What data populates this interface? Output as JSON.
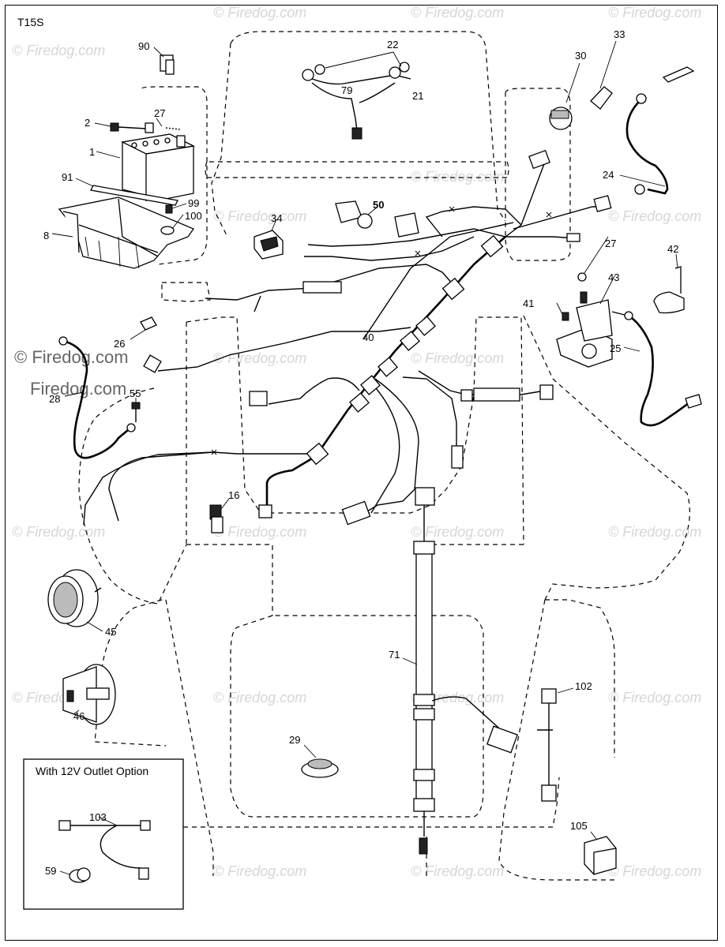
{
  "page_code": "T15S",
  "watermark": "© Firedog.com",
  "watermark_short": "Firedog.com",
  "inset_title": "With 12V Outlet Option",
  "labels": {
    "p1": "1",
    "p2": "2",
    "p8": "8",
    "p16": "16",
    "p21": "21",
    "p22": "22",
    "p24": "24",
    "p25": "25",
    "p26": "26",
    "p27a": "27",
    "p27b": "27",
    "p28": "28",
    "p29": "29",
    "p30": "30",
    "p33": "33",
    "p34": "34",
    "p40": "40",
    "p41": "41",
    "p42": "42",
    "p43": "43",
    "p45": "45",
    "p46": "46",
    "p50": "50",
    "p55": "55",
    "p59": "59",
    "p71": "71",
    "p79": "79",
    "p90": "90",
    "p91": "91",
    "p99": "99",
    "p100": "100",
    "p102": "102",
    "p103": "103",
    "p105": "105"
  },
  "colors": {
    "line": "#000000",
    "watermark": "#d6d6d6"
  }
}
